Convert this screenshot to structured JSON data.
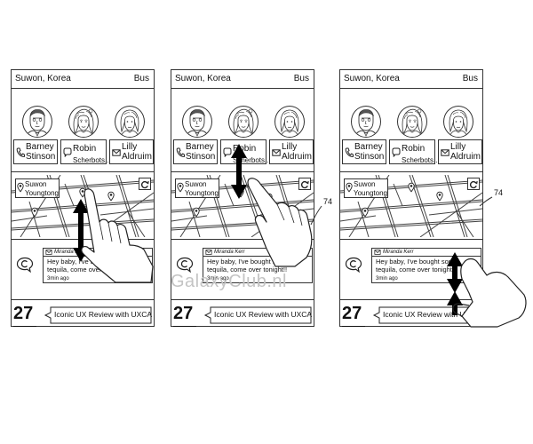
{
  "panels": [
    {
      "header": {
        "city": "Suwon, Korea",
        "mode": "Bus"
      },
      "contacts": [
        {
          "name": "Barney Stinson",
          "line1": "Barney",
          "line2": "Stinson",
          "icon": "phone-icon"
        },
        {
          "name": "Robin Scherbots...",
          "line1": "Robin",
          "line2": "Scherbots...",
          "icon": "chat-bubble-icon"
        },
        {
          "name": "Lilly Aldruim",
          "line1": "Lilly",
          "line2": "Aldruim",
          "icon": "mail-icon"
        }
      ],
      "map": {
        "location_line1": "Suwon",
        "location_line2": "Youngtong",
        "location_icon": "location-pin-icon",
        "refresh_icon": "refresh-icon"
      },
      "message": {
        "sender": "Miranda Kerr",
        "line1": "Hey baby, I've bought some",
        "line2": "tequila, come over tonight!!",
        "time": "3min ago",
        "talk_icon": "talk-bubble-icon",
        "mail_icon": "mail-icon"
      },
      "footer": {
        "number": "27",
        "event": "Iconic UX Review with UXCA"
      },
      "gesture": "swipe-vertical"
    },
    {
      "header": {
        "city": "Suwon, Korea",
        "mode": "Bus"
      },
      "contacts": [
        {
          "name": "Barney Stinson",
          "line1": "Barney",
          "line2": "Stinson",
          "icon": "phone-icon"
        },
        {
          "name": "Robin Scherbots...",
          "line1": "Robin",
          "line2": "Scherbots...",
          "icon": "chat-bubble-icon"
        },
        {
          "name": "Lilly Aldruim",
          "line1": "Lilly",
          "line2": "Aldruim",
          "icon": "mail-icon"
        }
      ],
      "map": {
        "location_line1": "Suwon",
        "location_line2": "Youngtong",
        "location_icon": "location-pin-icon",
        "refresh_icon": "refresh-icon"
      },
      "message": {
        "sender": "Miranda Kerr",
        "line1": "Hey baby, I've bought some",
        "line2": "tequila, come over tonight!!",
        "time": "3min ago",
        "talk_icon": "talk-bubble-icon",
        "mail_icon": "mail-icon"
      },
      "footer": {
        "number": "27",
        "event": "Iconic UX Review with UXCA"
      },
      "gesture": "swipe-vertical"
    },
    {
      "header": {
        "city": "Suwon, Korea",
        "mode": "Bus"
      },
      "contacts": [
        {
          "name": "Barney Stinson",
          "line1": "Barney",
          "line2": "Stinson",
          "icon": "phone-icon"
        },
        {
          "name": "Robin Scherbots...",
          "line1": "Robin",
          "line2": "Scherbots...",
          "icon": "chat-bubble-icon"
        },
        {
          "name": "Lilly Aldruim",
          "line1": "Lilly",
          "line2": "Aldruim",
          "icon": "mail-icon"
        }
      ],
      "map": {
        "location_line1": "Suwon",
        "location_line2": "Youngtong",
        "location_icon": "location-pin-icon",
        "refresh_icon": "refresh-icon"
      },
      "message": {
        "sender": "Miranda Kerr",
        "line1": "Hey baby, I've bought some",
        "line2": "tequila, come over tonight!!",
        "time": "3min ago",
        "talk_icon": "talk-bubble-icon",
        "mail_icon": "mail-icon"
      },
      "footer": {
        "number": "27",
        "event": "Iconic UX Review with UXCA"
      },
      "gesture": "pinch-vertical"
    }
  ],
  "reference_numerals": [
    "74",
    "74"
  ],
  "watermark": "GalaxyClub.nl"
}
